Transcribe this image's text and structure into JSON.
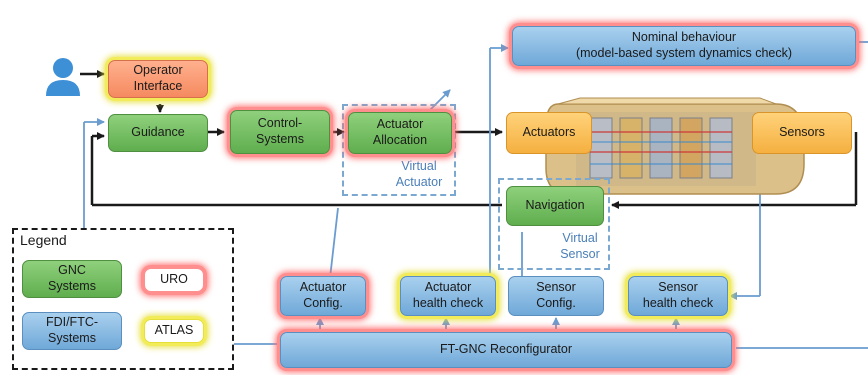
{
  "nodes": {
    "operator_interface": [
      "Operator",
      "Interface"
    ],
    "guidance": [
      "Guidance"
    ],
    "control_systems": [
      "Control-",
      "Systems"
    ],
    "actuator_allocation": [
      "Actuator",
      "Allocation"
    ],
    "actuators": [
      "Actuators"
    ],
    "sensors": [
      "Sensors"
    ],
    "navigation": [
      "Navigation"
    ],
    "nominal_behaviour": [
      "Nominal behaviour",
      "(model-based system dynamics check)"
    ],
    "actuator_config": [
      "Actuator",
      "Config."
    ],
    "actuator_health_check": [
      "Actuator",
      "health check"
    ],
    "sensor_config": [
      "Sensor",
      "Config."
    ],
    "sensor_health_check": [
      "Sensor",
      "health check"
    ],
    "ft_gnc_reconfigurator": [
      "FT-GNC Reconfigurator"
    ]
  },
  "virtual_actuator": [
    "Virtual",
    "Actuator"
  ],
  "virtual_sensor": [
    "Virtual",
    "Sensor"
  ],
  "legend": {
    "title": "Legend",
    "gnc_systems": [
      "GNC",
      "Systems"
    ],
    "fdi_ftc_systems": [
      "FDI/FTC-",
      "Systems"
    ],
    "uro": "URO",
    "atlas": "ATLAS"
  },
  "colors": {
    "gnc_green": "#6fbf5d",
    "fdi_blue": "#8bbce6",
    "actuator_orange": "#f7bd55",
    "operator_salmon": "#f89a70",
    "uro_red": "#ff6a6a",
    "atlas_yellow": "#ebe43a",
    "arrow_black": "#1a1a1a",
    "arrow_blue": "#6a9cd0"
  }
}
